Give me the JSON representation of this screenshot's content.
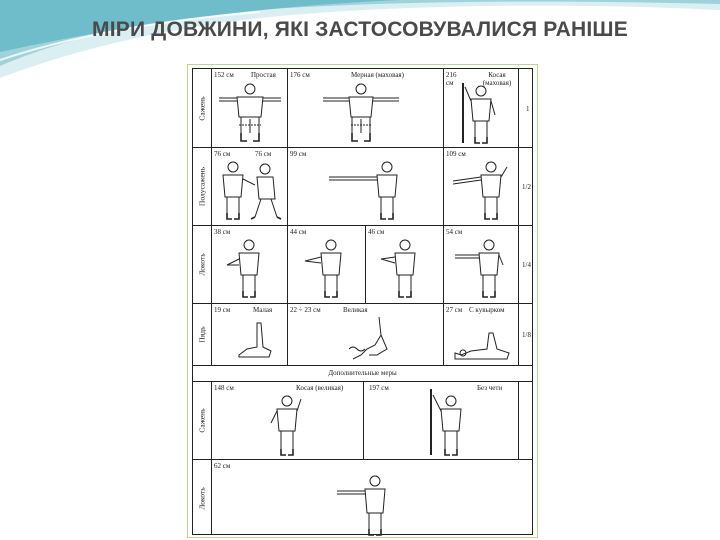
{
  "slide": {
    "title": "МІРИ ДОВЖИНИ, ЯКІ ЗАСТОСОВУВАЛИСЯ РАНІШЕ"
  },
  "table": {
    "rows": [
      {
        "label": "Сажень",
        "fraction": "1",
        "cells": [
          {
            "value": "152 см",
            "caption": "Простая"
          },
          {
            "value": "176 см",
            "caption": "Мерная (маховая)"
          },
          {
            "value": "216 см",
            "caption": "Косая (маховая)"
          }
        ]
      },
      {
        "label": "Полусажень",
        "fraction": "1/2",
        "cells": [
          {
            "value": "76 см",
            "value_b": "76 см"
          },
          {
            "value": "99 см"
          },
          {
            "value": "109 см"
          }
        ]
      },
      {
        "label": "Локоть",
        "fraction": "1/4",
        "cells": [
          {
            "value": "38 см"
          },
          {
            "value": "44 см"
          },
          {
            "value": "46 см"
          },
          {
            "value": "54 см"
          }
        ]
      },
      {
        "label": "Пядь",
        "fraction": "1/8",
        "cells": [
          {
            "value": "19 см",
            "caption": "Малая"
          },
          {
            "value": "22 ÷ 23 см",
            "caption": "Великая"
          },
          {
            "value": "27 см",
            "caption": "С кувырком"
          }
        ]
      }
    ],
    "additional": {
      "header": "Дополнительные меры",
      "rows": [
        {
          "label": "Сажень",
          "cells": [
            {
              "value": "148 см",
              "caption": "Косая (великая)"
            },
            {
              "value": "197 см",
              "caption": "Без чети"
            }
          ]
        },
        {
          "label": "Локоть",
          "cells": [
            {
              "value": "62 см"
            }
          ]
        }
      ]
    }
  }
}
